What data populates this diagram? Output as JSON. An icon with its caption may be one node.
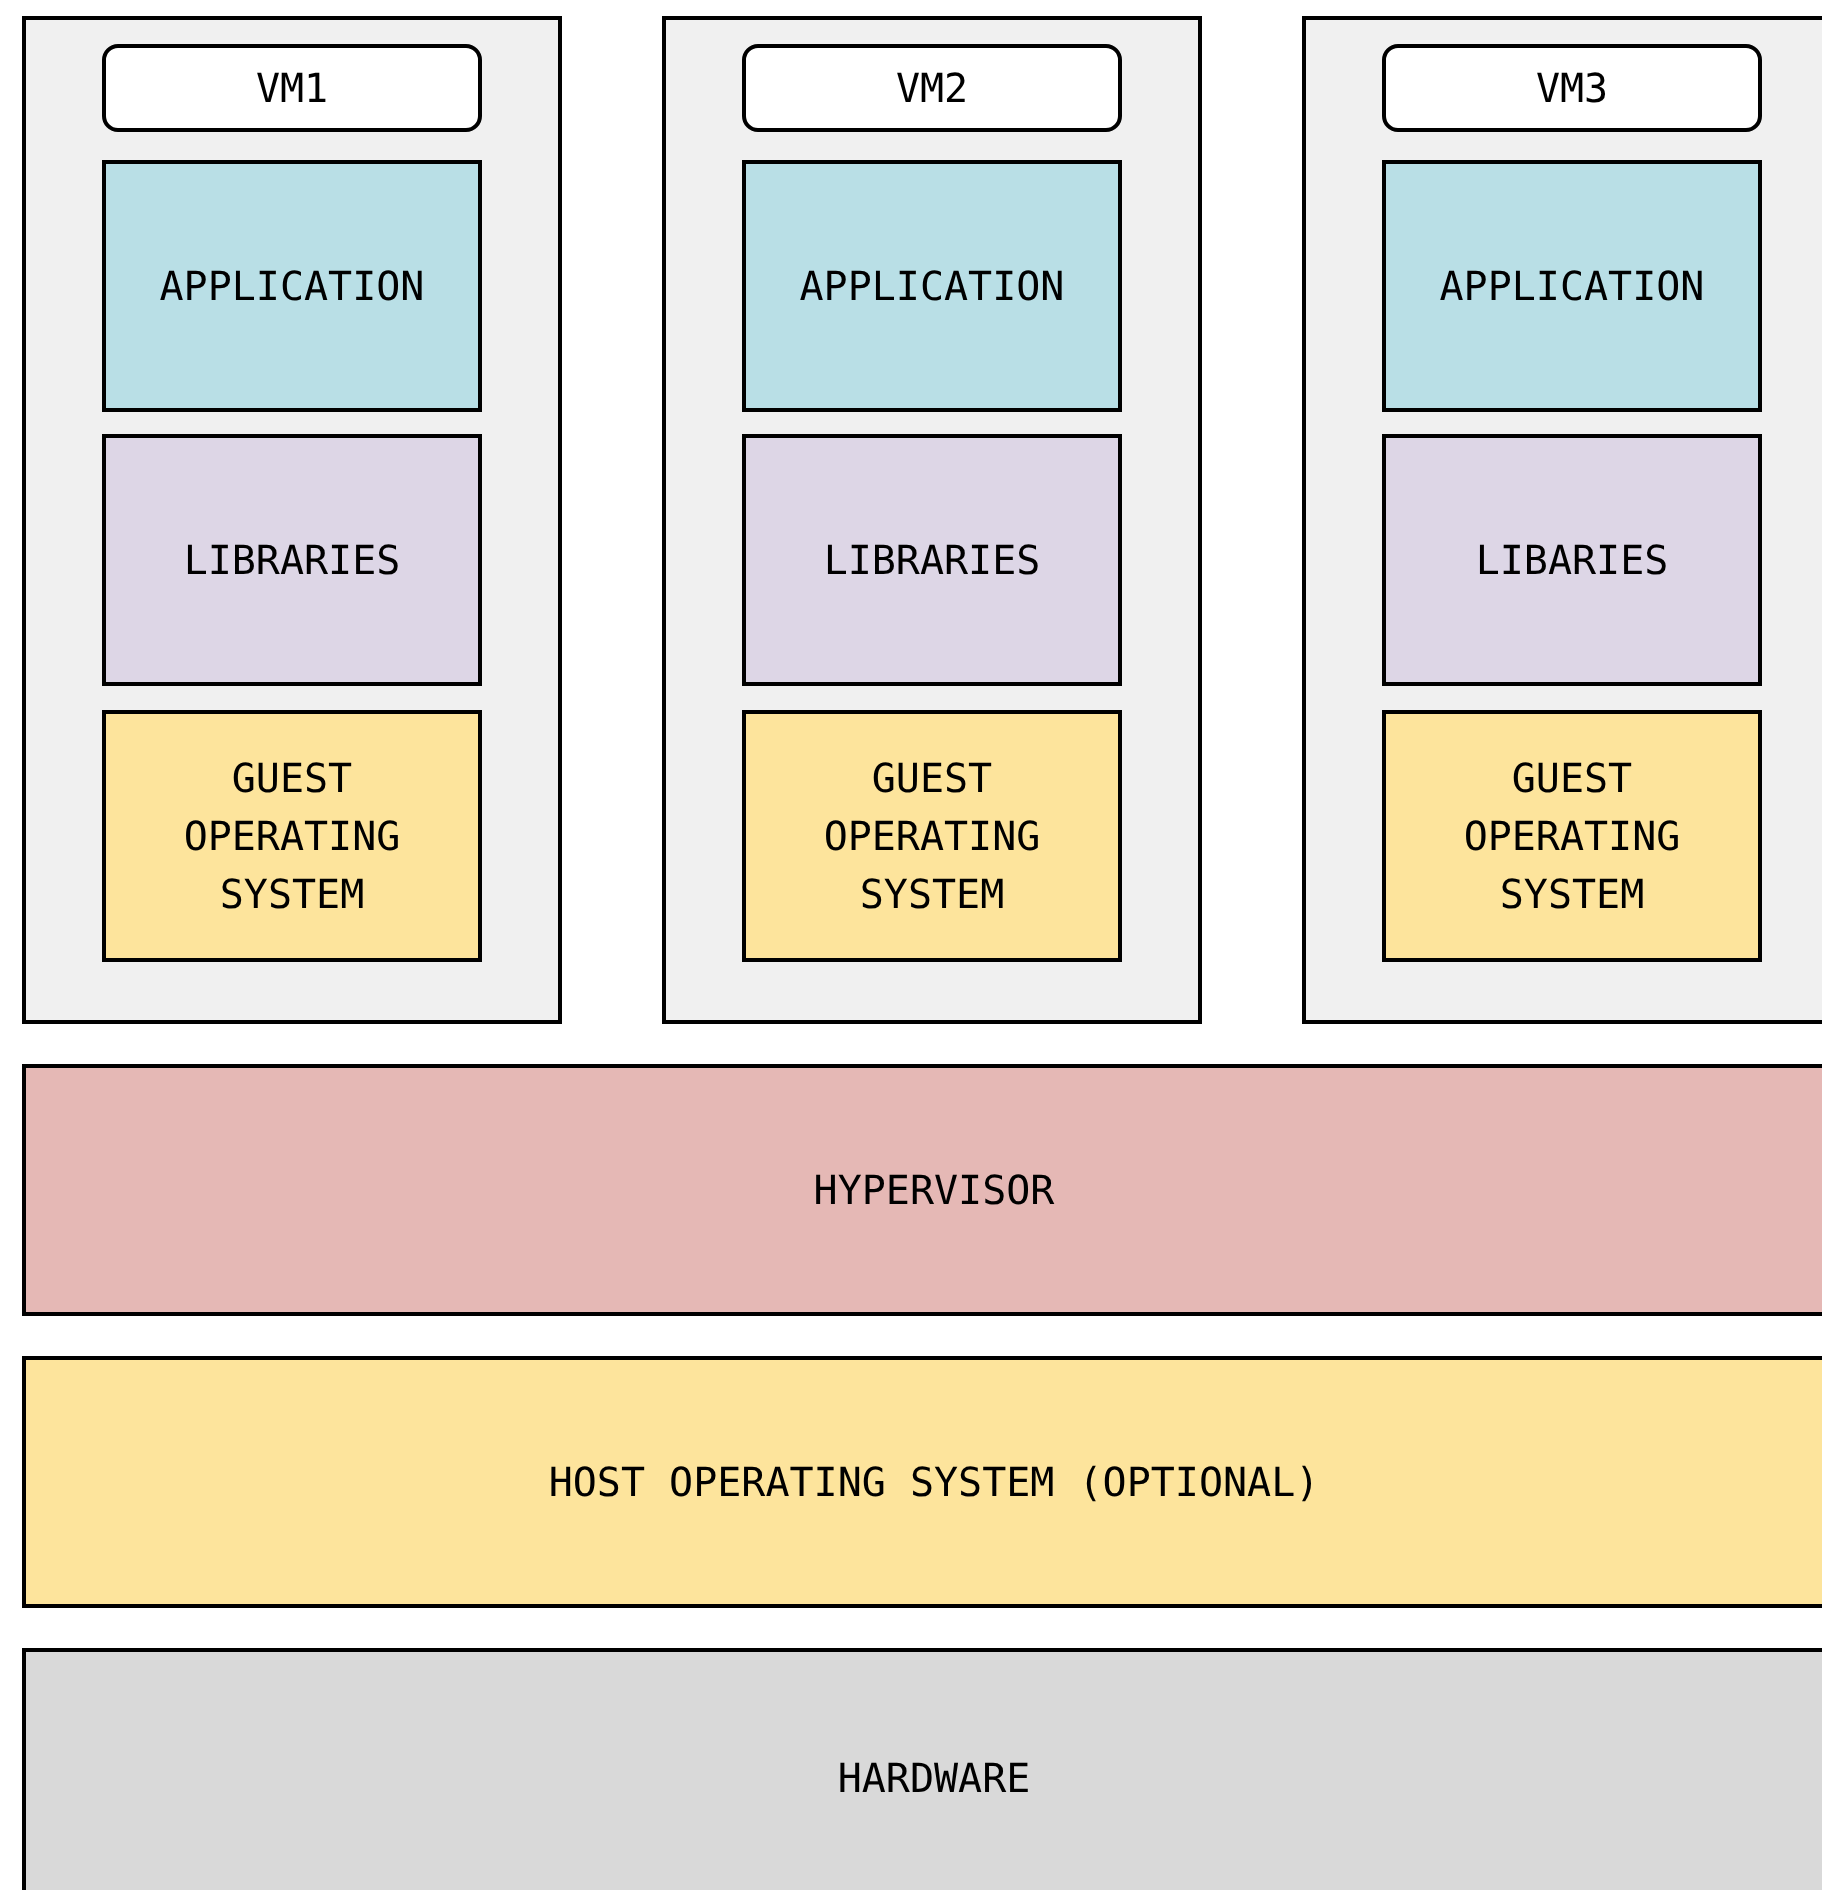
{
  "diagram": {
    "nodes": [
      {
        "text": [],
        "shape": "box"
      },
      {
        "text": [
          "VM1"
        ],
        "in": 0
      },
      {
        "text": [
          "APPLICATION"
        ],
        "in": 0
      },
      {
        "text": [
          "LIBRARIES"
        ],
        "in": 0
      },
      {
        "text": [
          "GUEST OPERATING SYSTEM"
        ],
        "in": 0
      },
      {
        "text": [],
        "shape": "box"
      },
      {
        "text": [
          "VM2"
        ],
        "in": 5
      },
      {
        "text": [
          "APPLICATION"
        ],
        "in": 5
      },
      {
        "text": [
          "LIBRARIES"
        ],
        "in": 5
      },
      {
        "text": [
          "GUEST OPERATING SYSTEM"
        ],
        "in": 5
      },
      {
        "text": [],
        "shape": "box"
      },
      {
        "text": [
          "VM3"
        ],
        "in": 10
      },
      {
        "text": [
          "APPLICATION"
        ],
        "in": 10
      },
      {
        "text": [
          "LIBARIES"
        ],
        "in": 10
      },
      {
        "text": [
          "GUEST OPERATING SYSTEM"
        ],
        "in": 10
      },
      {
        "text": [
          "HYPERVISOR"
        ]
      },
      {
        "text": [
          "HOST OPERATING SYSTEM (OPTIONAL)"
        ]
      },
      {
        "text": [
          "HARDWARE"
        ]
      }
    ]
  }
}
